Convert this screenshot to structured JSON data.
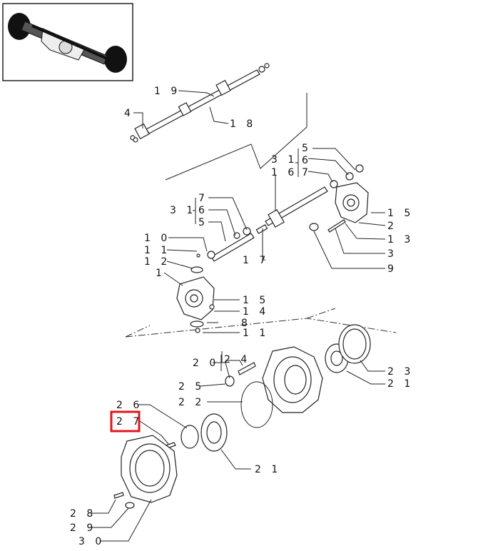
{
  "labels": {
    "l19": "1 9",
    "l18": "1 8",
    "l4a": "4",
    "l5a": "5",
    "l31a": "3 1",
    "l6a": "6",
    "l16": "1 6",
    "l7a": "7",
    "l15a": "1 5",
    "l2": "2",
    "l13": "1 3",
    "l3": "3",
    "l9": "9",
    "l31b": "3 1",
    "l7b": "7",
    "l6b": "6",
    "l5b": "5",
    "l10": "1 0",
    "l11a": "1 1",
    "l12": "1 2",
    "l1": "1",
    "l17": "1 7",
    "l15b": "1 5",
    "l14": "1 4",
    "l8": "8",
    "l11b": "1 1",
    "l20": "2 0",
    "l24": "2 4",
    "l25": "2 5",
    "l22": "2 2",
    "l23": "2 3",
    "l21a": "2 1",
    "l26": "2 6",
    "l27": "2 7",
    "l21b": "2 1",
    "l28": "2 8",
    "l29": "2 9",
    "l30": "3 0"
  },
  "highlight_label": "2 7",
  "colors": {
    "highlight": "#e3151b",
    "line": "#222222"
  }
}
